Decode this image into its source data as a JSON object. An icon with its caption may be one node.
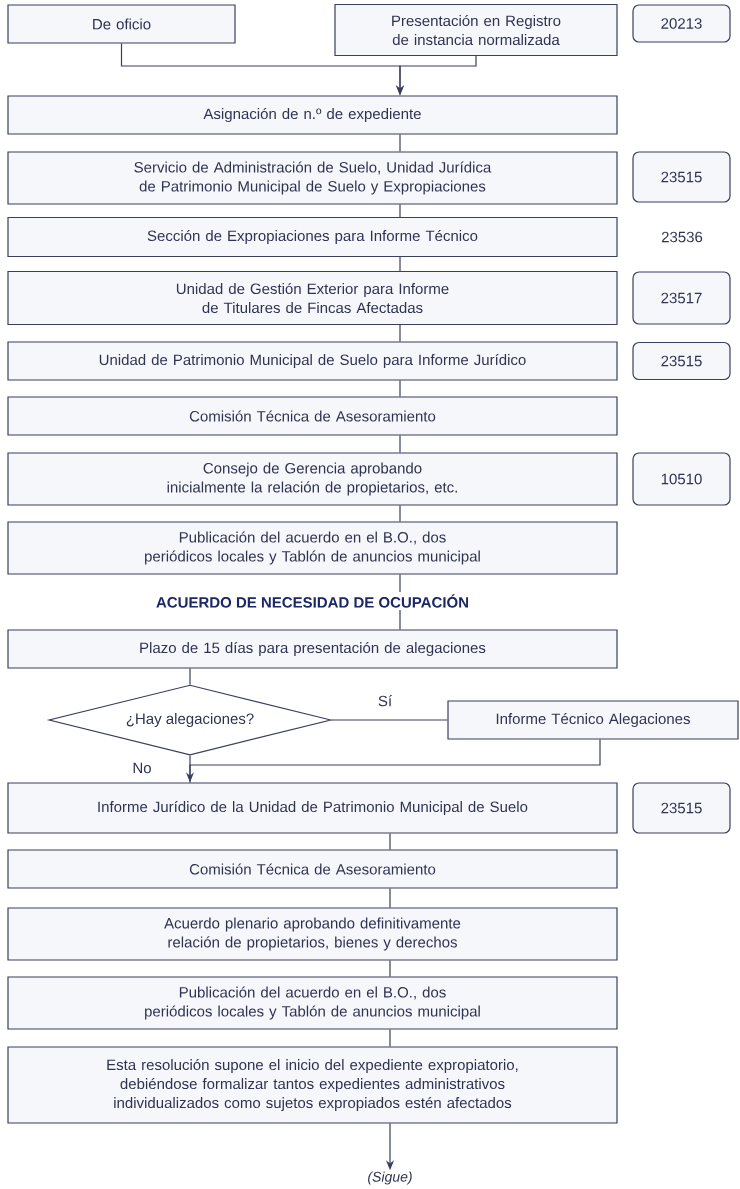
{
  "diagram": {
    "nodes": [
      {
        "text": [
          "De oficio"
        ]
      },
      {
        "text": [
          "Presentación en Registro de instancia normalizada"
        ]
      },
      {
        "text": [
          "20213"
        ]
      },
      {
        "text": [
          "Asignación de n.º de expediente"
        ]
      },
      {
        "text": [
          "Servicio de Administración de Suelo, Unidad Jurídica de Patrimonio Municipal de Suelo y Expropiaciones"
        ]
      },
      {
        "text": [
          "23515"
        ]
      },
      {
        "text": [
          "Sección de Expropiaciones para Informe Técnico"
        ],
        "beside": [
          "23536"
        ]
      },
      {
        "text": [
          "Unidad de Gestión Exterior para Informe de Titulares de Fincas Afectadas"
        ]
      },
      {
        "text": [
          "23517"
        ]
      },
      {
        "text": [
          "Unidad de Patrimonio Municipal de Suelo para Informe Jurídico"
        ]
      },
      {
        "text": [
          "23515"
        ]
      },
      {
        "text": [
          "Comisión Técnica de Asesoramiento"
        ]
      },
      {
        "text": [
          "Consejo de Gerencia aprobando inicialmente la relación de propietarios, etc."
        ]
      },
      {
        "text": [
          "10510"
        ]
      },
      {
        "text": [
          "Publicación del acuerdo en el B.O., dos periódicos locales y Tablón de anuncios municipal"
        ]
      },
      {
        "text": [
          "ACUERDO DE NECESIDAD DE OCUPACIÓN"
        ]
      },
      {
        "text": [
          "Plazo de 15 días para presentación de alegaciones"
        ]
      },
      {
        "text": [
          "¿Hay alegaciones?"
        ]
      },
      {
        "text": [
          "Informe Técnico Alegaciones"
        ]
      },
      {
        "text": [
          "Informe Jurídico de la Unidad de Patrimonio Municipal de Suelo"
        ]
      },
      {
        "text": [
          "23515"
        ]
      },
      {
        "text": [
          "Comisión Técnica de Asesoramiento"
        ]
      },
      {
        "text": [
          "Acuerdo plenario aprobando definitivamente relación de propietarios, bienes y derechos"
        ]
      },
      {
        "text": [
          "Publicación del acuerdo en el B.O., dos periódicos locales y Tablón de anuncios municipal"
        ]
      },
      {
        "text": [
          "Esta resolución supone el inicio del expediente expropiatorio, debiéndose formalizar tantos expedientes administrativos individualizados como sujetos expropiados estén afectados"
        ]
      },
      {
        "text": [
          "(Sigue)"
        ]
      }
    ],
    "edges": [
      {
        "from": 0,
        "to": 3,
        "arrow": "to"
      },
      {
        "from": 1,
        "to": 3,
        "arrow": "to"
      },
      {
        "from": 3,
        "to": 4,
        "arrow": "none"
      },
      {
        "from": 4,
        "to": 6,
        "arrow": "none"
      },
      {
        "from": 6,
        "to": 7,
        "arrow": "none"
      },
      {
        "from": 7,
        "to": 9,
        "arrow": "none"
      },
      {
        "from": 9,
        "to": 11,
        "arrow": "none"
      },
      {
        "from": 11,
        "to": 12,
        "arrow": "none"
      },
      {
        "from": 12,
        "to": 14,
        "arrow": "none"
      },
      {
        "from": 14,
        "to": 15,
        "arrow": "none"
      },
      {
        "from": 15,
        "to": 16,
        "arrow": "none"
      },
      {
        "from": 16,
        "to": 17,
        "arrow": "none"
      },
      {
        "from": 17,
        "to": 18,
        "arrow": "none",
        "label": "Sí"
      },
      {
        "from": 17,
        "to": 19,
        "arrow": "none",
        "label": "No"
      },
      {
        "from": 18,
        "to": 19,
        "arrow": "to"
      },
      {
        "from": 19,
        "to": 21,
        "arrow": "none"
      },
      {
        "from": 21,
        "to": 22,
        "arrow": "none"
      },
      {
        "from": 22,
        "to": 23,
        "arrow": "none"
      },
      {
        "from": 23,
        "to": 24,
        "arrow": "none"
      },
      {
        "from": 24,
        "to": 25,
        "arrow": "to"
      }
    ]
  }
}
